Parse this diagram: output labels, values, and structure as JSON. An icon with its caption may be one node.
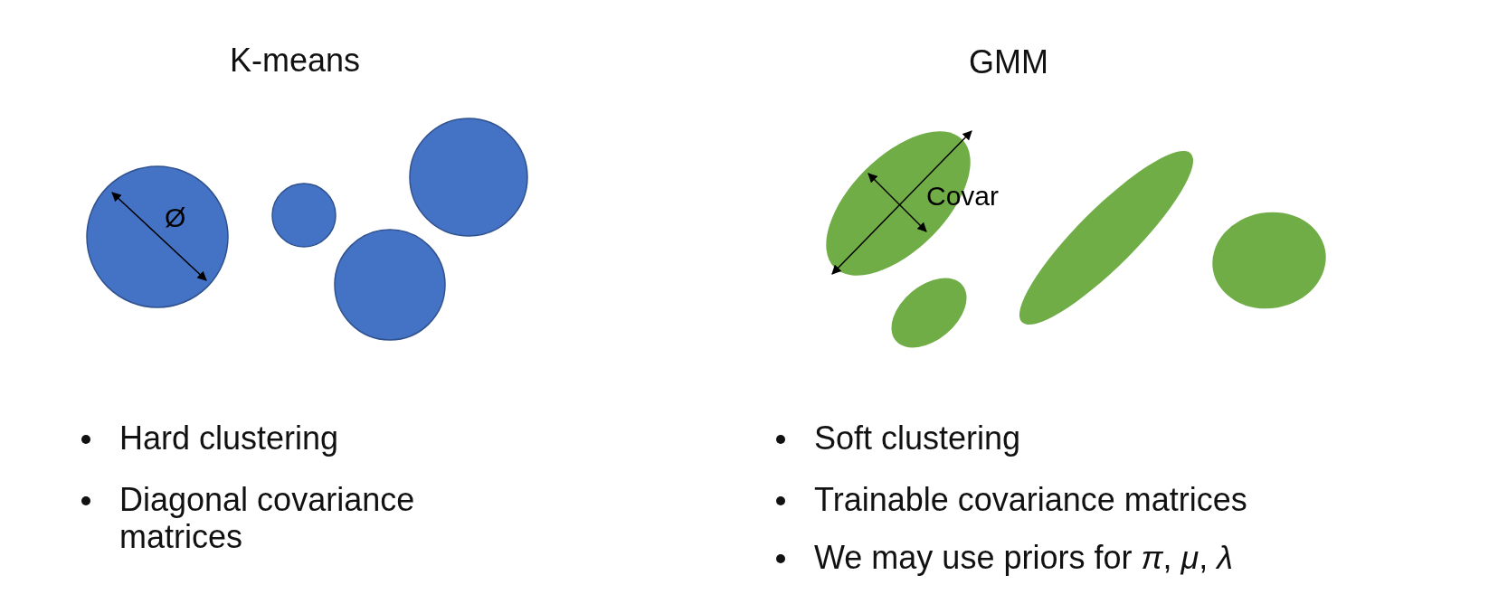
{
  "diagram": {
    "nodes": [
      {
        "text": [
          "Ø"
        ]
      },
      {
        "text": [],
        "shape": "circle"
      },
      {
        "text": [],
        "shape": "circle"
      },
      {
        "text": [],
        "shape": "circle"
      },
      {
        "text": [
          "Covar"
        ]
      },
      {
        "text": [],
        "shape": "ellipse"
      },
      {
        "text": [],
        "shape": "ellipse"
      },
      {
        "text": [],
        "shape": "ellipse"
      }
    ],
    "edges": [],
    "labels": [
      "K-means",
      "GMM",
      "Hard clustering",
      "Diagonal covariance matrices",
      "Soft clustering",
      "Trainable covariance matrices",
      "We may use priors for *π*, *μ*, *λ*"
    ]
  }
}
